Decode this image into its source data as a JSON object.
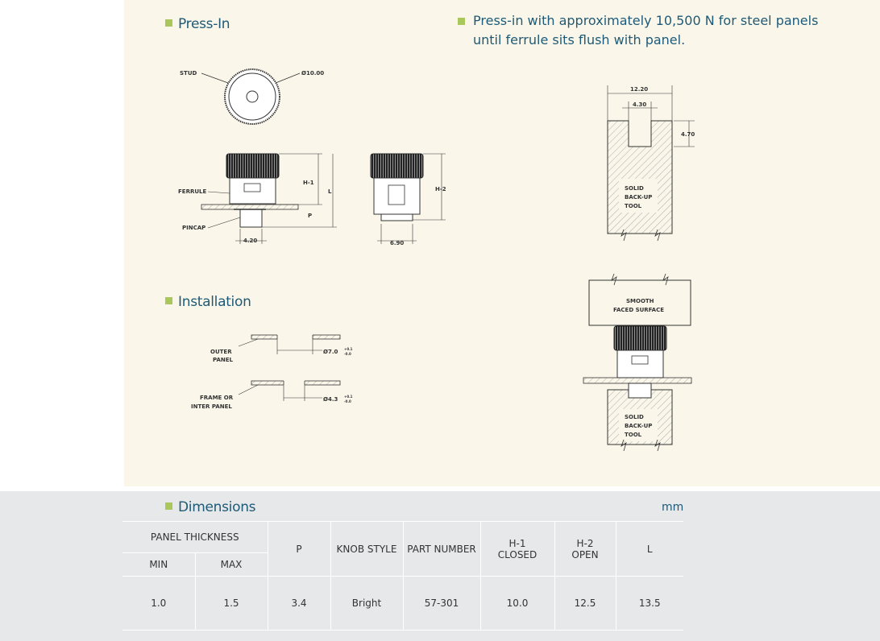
{
  "headings": {
    "press_in": "Press-In",
    "installation": "Installation",
    "dimensions": "Dimensions"
  },
  "note": "Press-in with approximately 10,500 N for steel panels until ferrule sits flush with panel.",
  "unit": "mm",
  "drawing_labels": {
    "stud": "STUD",
    "diameter": "Ø10.00",
    "ferrule": "FERRULE",
    "pincap": "PINCAP",
    "h1": "H-1",
    "h2": "H-2",
    "l": "L",
    "p": "P",
    "dim_420": "4.20",
    "dim_690": "6.90",
    "outer_panel_1": "OUTER",
    "outer_panel_2": "PANEL",
    "outer_hole": "Ø7.0",
    "outer_tol_plus": "+0.1",
    "outer_tol_minus": "-0.0",
    "frame_1": "FRAME OR",
    "frame_2": "INTER PANEL",
    "frame_hole": "Ø4.3",
    "frame_tol_plus": "+0.1",
    "frame_tol_minus": "-0.0",
    "tool_width": "12.20",
    "tool_slot": "4.30",
    "tool_depth": "4.70",
    "solid_1": "SOLID",
    "solid_2": "BACK-UP",
    "solid_3": "TOOL",
    "smooth_1": "SMOOTH",
    "smooth_2": "FACED SURFACE"
  },
  "table": {
    "headers": {
      "panel_thickness": "PANEL THICKNESS",
      "min": "MIN",
      "max": "MAX",
      "p": "P",
      "knob_style": "KNOB STYLE",
      "part_number": "PART NUMBER",
      "h1_a": "H-1",
      "h1_b": "CLOSED",
      "h2_a": "H-2",
      "h2_b": "OPEN",
      "l": "L"
    },
    "rows": [
      {
        "min": "1.0",
        "max": "1.5",
        "p": "3.4",
        "knob_style": "Bright",
        "part_number": "57-301",
        "h1": "10.0",
        "h2": "12.5",
        "l": "13.5"
      }
    ]
  }
}
